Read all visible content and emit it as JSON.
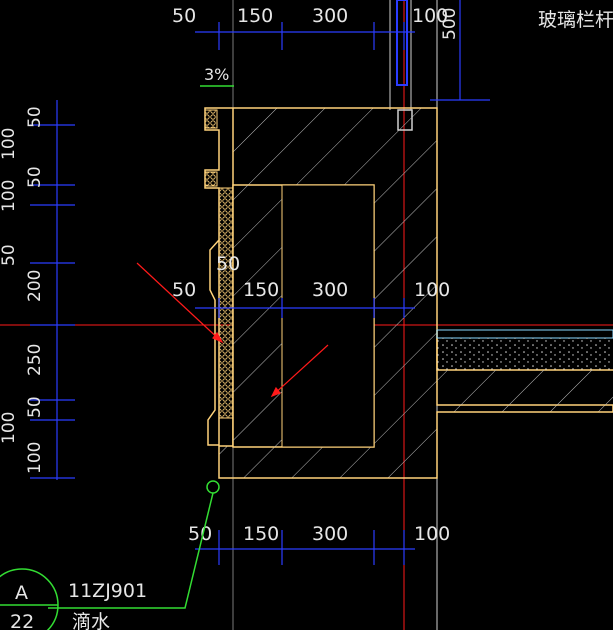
{
  "title_text": "玻璃栏杆",
  "slope": "3%",
  "dims_top": [
    "50",
    "150",
    "300",
    "100"
  ],
  "dim_top_vertical": "500",
  "dims_mid": [
    "50",
    "150",
    "300",
    "100"
  ],
  "dim_mid_extra": "50",
  "dims_bottom": [
    "50",
    "150",
    "300",
    "100"
  ],
  "dims_left": [
    "50",
    "100",
    "50",
    "100",
    "50",
    "200",
    "250",
    "50",
    "100",
    "100"
  ],
  "reference": {
    "circle_top": "A",
    "circle_bottom": "22",
    "atlas": "11ZJ901",
    "note": "滴水"
  },
  "colors": {
    "background": "#000000",
    "dimension": "#2b3cff",
    "concrete_outline": "#ffd27a",
    "hatch": "#c8c8c8",
    "axis": "#ff1a1a",
    "leader": "#33dd33",
    "text": "#e6e6e6"
  }
}
